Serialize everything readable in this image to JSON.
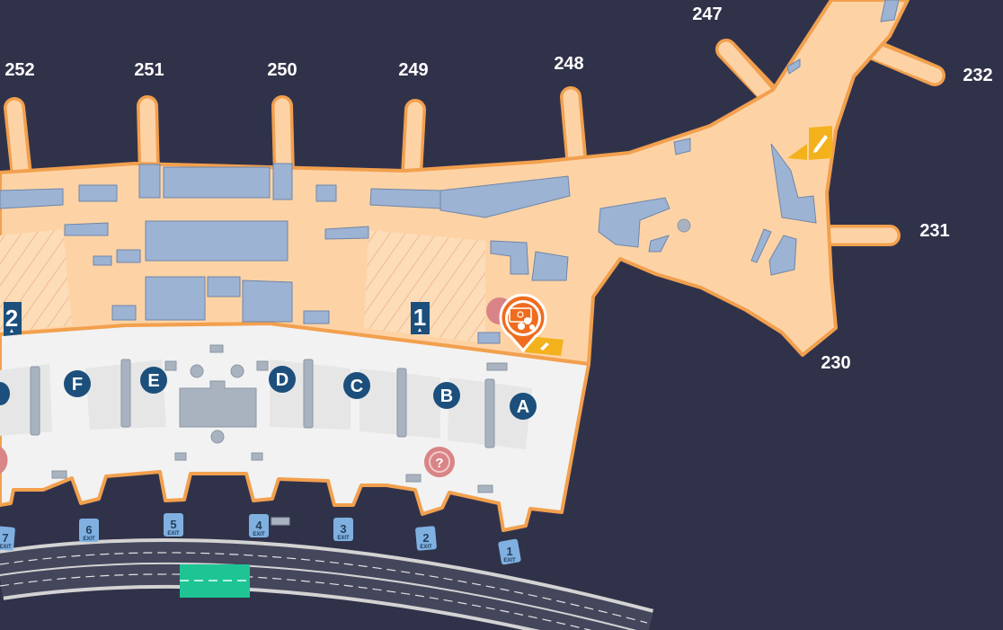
{
  "map": {
    "colors": {
      "background": "#30324a",
      "airside": "#fdd3a6",
      "outline": "#f2a04e",
      "landside": "#f2f2f2",
      "shops": "#9db3d3",
      "zone_marker": "#1c4f7c",
      "info_marker": "#d98486",
      "poi_pin": "#ef6c1f",
      "yellow_marker": "#f3b21c",
      "crosswalk": "#1fc495"
    },
    "gates": [
      "252",
      "251",
      "250",
      "249",
      "248",
      "247",
      "232",
      "231",
      "230"
    ],
    "checkin_zones": [
      "F",
      "E",
      "D",
      "C",
      "B",
      "A"
    ],
    "security_checkpoints": [
      "2",
      "1"
    ],
    "exits": {
      "word": "EXIT",
      "numbers": [
        "7",
        "6",
        "5",
        "4",
        "3",
        "2",
        "1"
      ]
    },
    "icons": [
      "information-icon",
      "currency-exchange-pin-icon",
      "pen-icon"
    ]
  }
}
